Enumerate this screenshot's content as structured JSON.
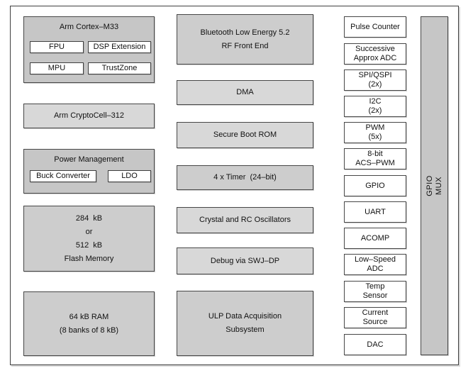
{
  "colors": {
    "background": "#ffffff",
    "frame_border": "#3f3f3f",
    "block_border": "#474747",
    "block_gray_dark": "#c6c6c6",
    "block_gray_mid": "#cdcdcd",
    "block_gray_light": "#d8d8d8",
    "block_white": "#ffffff",
    "text": "#111111"
  },
  "diagram": {
    "left_column": {
      "cortex": {
        "title": "Arm Cortex–M33",
        "sub_blocks": [
          "FPU",
          "DSP Extension",
          "MPU",
          "TrustZone"
        ]
      },
      "cryptocell": {
        "label": "Arm CryptoCell–312"
      },
      "power": {
        "title": "Power Management",
        "sub_blocks": [
          "Buck Converter",
          "LDO"
        ]
      },
      "flash": {
        "lines": [
          "284  kB",
          "or",
          "512  kB",
          "Flash Memory"
        ]
      },
      "ram": {
        "lines": [
          "64 kB RAM",
          "(8 banks of 8 kB)"
        ]
      }
    },
    "middle_column": {
      "bluetooth": {
        "lines": [
          "Bluetooth Low Energy 5.2",
          "RF Front End"
        ]
      },
      "dma": {
        "label": "DMA"
      },
      "secure_boot_rom": {
        "label": "Secure Boot ROM"
      },
      "timer": {
        "label": "4 x Timer  (24–bit)"
      },
      "oscillators": {
        "label": "Crystal and RC Oscillators"
      },
      "debug": {
        "label": "Debug via SWJ–DP"
      },
      "ulp": {
        "lines": [
          "ULP Data Acquisition",
          "Subsystem"
        ]
      }
    },
    "right_column": [
      {
        "lines": [
          "Pulse Counter"
        ]
      },
      {
        "lines": [
          "Successive",
          "Approx ADC"
        ]
      },
      {
        "lines": [
          "SPI/QSPI",
          "(2x)"
        ]
      },
      {
        "lines": [
          "I2C",
          "(2x)"
        ]
      },
      {
        "lines": [
          "PWM",
          "(5x)"
        ]
      },
      {
        "lines": [
          "8-bit",
          "ACS–PWM"
        ]
      },
      {
        "lines": [
          "GPIO"
        ]
      },
      {
        "lines": [
          "UART"
        ]
      },
      {
        "lines": [
          "ACOMP"
        ]
      },
      {
        "lines": [
          "Low–Speed",
          "ADC"
        ]
      },
      {
        "lines": [
          "Temp",
          "Sensor"
        ]
      },
      {
        "lines": [
          "Current",
          "Source"
        ]
      },
      {
        "lines": [
          "DAC"
        ]
      }
    ],
    "gpio_mux": {
      "label": "GPIO  MUX"
    }
  }
}
